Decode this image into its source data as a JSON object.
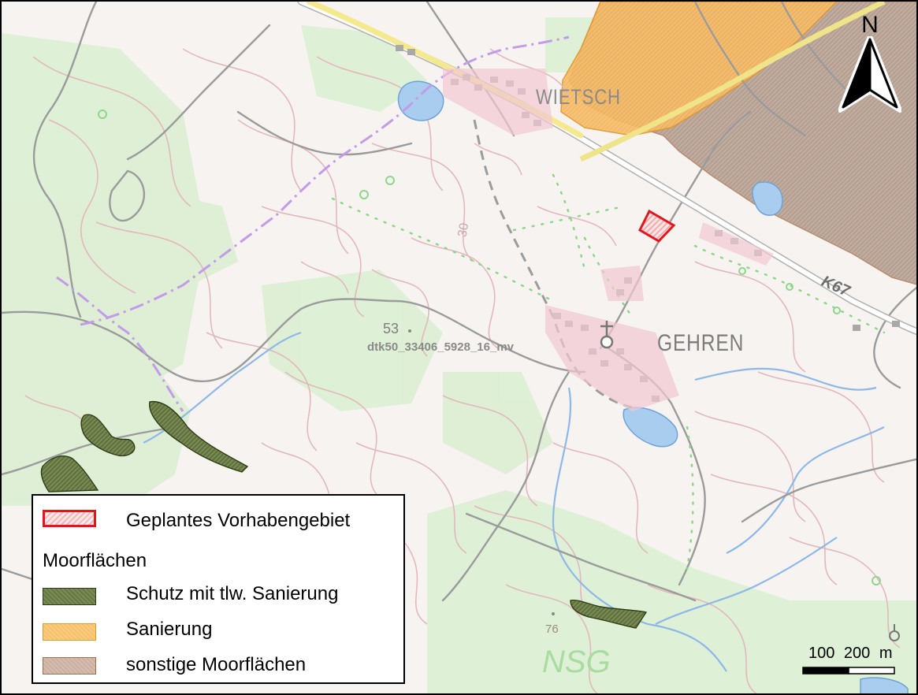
{
  "map": {
    "place_labels": {
      "gehren": "GEHREN",
      "wietsch": "WIETSCH"
    },
    "road_label": "K67",
    "nsg_label": "NSG",
    "sheet_id": "dtk50_33406_5928_16_mv",
    "elevations": {
      "e53": "53",
      "e76": "76",
      "e30": "30"
    },
    "north_arrow": {
      "letter": "N",
      "icon": "north-arrow-icon"
    },
    "scale_bar": {
      "text": "100 200 m"
    },
    "colors": {
      "planned_outline": "#e8141c",
      "protect_fill": "#6f7f4b",
      "sanierung_fill": "#f7c06c",
      "sonstige_fill": "#c9b0a0",
      "water": "#9cc3e6",
      "contour": "#e3b8bd",
      "forest": "#dbefd2"
    }
  },
  "legend": {
    "items": [
      {
        "key": "planned",
        "label": "Geplantes Vorhabengebiet"
      },
      {
        "key": "protect",
        "label": "Schutz mit tlw. Sanierung"
      },
      {
        "key": "sanierung",
        "label": "Sanierung"
      },
      {
        "key": "sonstige",
        "label": "sonstige Moorflächen"
      }
    ],
    "heading": "Moorflächen"
  }
}
